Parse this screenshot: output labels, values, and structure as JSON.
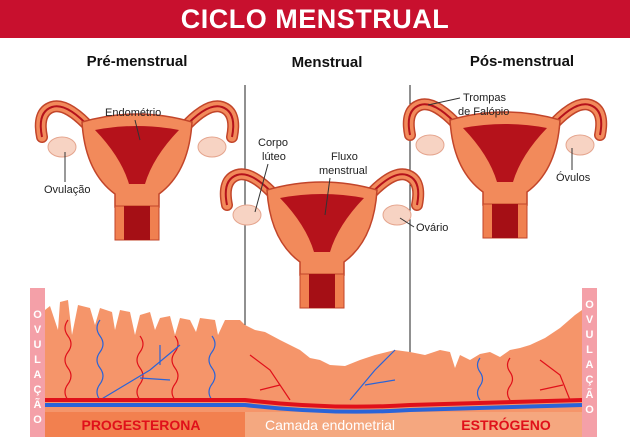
{
  "title": "CICLO MENSTRUAL",
  "phases": [
    "Pré-menstrual",
    "Menstrual",
    "Pós-menstrual"
  ],
  "labels": {
    "endometrio": "Endométrio",
    "ovulacao": "Ovulação",
    "corpo_luteo_1": "Corpo",
    "corpo_luteo_2": "lúteo",
    "fluxo_1": "Fluxo",
    "fluxo_2": "menstrual",
    "ovario": "Ovário",
    "trompas_1": "Trompas",
    "trompas_2": "de Falópio",
    "ovulos": "Óvulos"
  },
  "side_label": [
    "O",
    "V",
    "U",
    "L",
    "A",
    "Ç",
    "Ã",
    "O"
  ],
  "bottom": {
    "progesterona": "PROGESTERONA",
    "camada": "Camada endometrial",
    "estrogeno": "ESTRÓGENO"
  },
  "colors": {
    "title_bg": "#c8102e",
    "tissue": "#f5956a",
    "artery": "#e0101a",
    "vein": "#2a64d8",
    "ovulation_bar": "#f4a0a8"
  }
}
